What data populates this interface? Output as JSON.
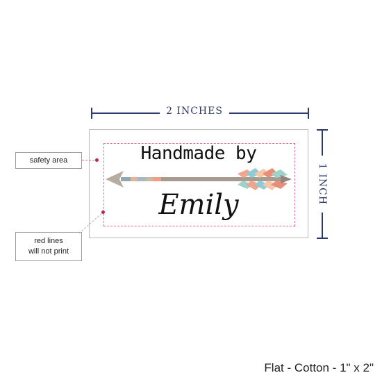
{
  "dimensions": {
    "width_label": "2 INCHES",
    "height_label": "1 INCH",
    "color": "#2a3a6b"
  },
  "label": {
    "headline": "Handmade by",
    "name": "Emily",
    "safety_line_color": "#e26a8a",
    "arrow_icon": "feathered-arrow-icon"
  },
  "callouts": {
    "safety_area": "safety area",
    "red_lines_1": "red lines",
    "red_lines_2": "will not print"
  },
  "caption": "Flat - Cotton - 1\" x 2\""
}
